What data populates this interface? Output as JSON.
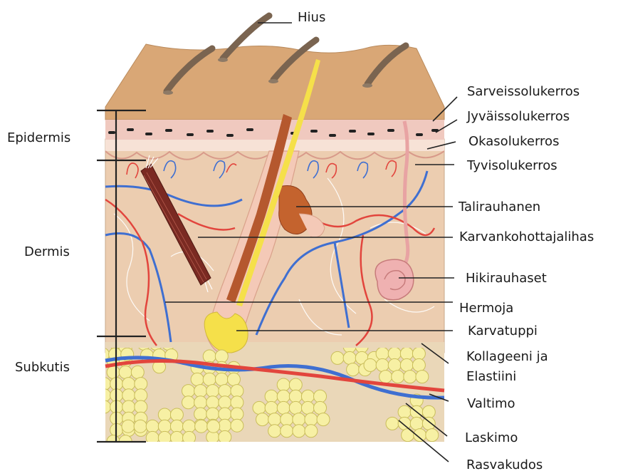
{
  "labels": {
    "hius": "Hius",
    "sarveissolukerros": "Sarveissolukerros",
    "jyvaissolukerros": "Jyväissolukerros",
    "okasolukerros": "Okasolukerros",
    "tyvisolukerros": "Tyvisolukerros",
    "talirauhanen": "Talirauhanen",
    "karvankohottajalihas": "Karvankohottajalihas",
    "hikirauhaset": "Hikirauhaset",
    "hermoja": "Hermoja",
    "karvatuppi": "Karvatuppi",
    "kollageeni_1": "Kollageeni ja",
    "kollageeni_2": "Elastiini",
    "valtimo": "Valtimo",
    "laskimo": "Laskimo",
    "rasvakudos": "Rasvakudos",
    "epidermis": "Epidermis",
    "dermis": "Dermis",
    "subkutis": "Subkutis"
  },
  "colors": {
    "skin_surface": "#d9a776",
    "dermis": "#eccdb0",
    "epidermis_band": "#f2d2c4",
    "hair": "#7a6450",
    "hair_shaft": "#f5e04a",
    "follicle": "#b5582e",
    "muscle": "#7a2a22",
    "artery": "#e2453d",
    "vein": "#3f6fd1",
    "fat": "#f7f0a4",
    "fat_outline": "#c9bd5a",
    "line": "#222222"
  }
}
